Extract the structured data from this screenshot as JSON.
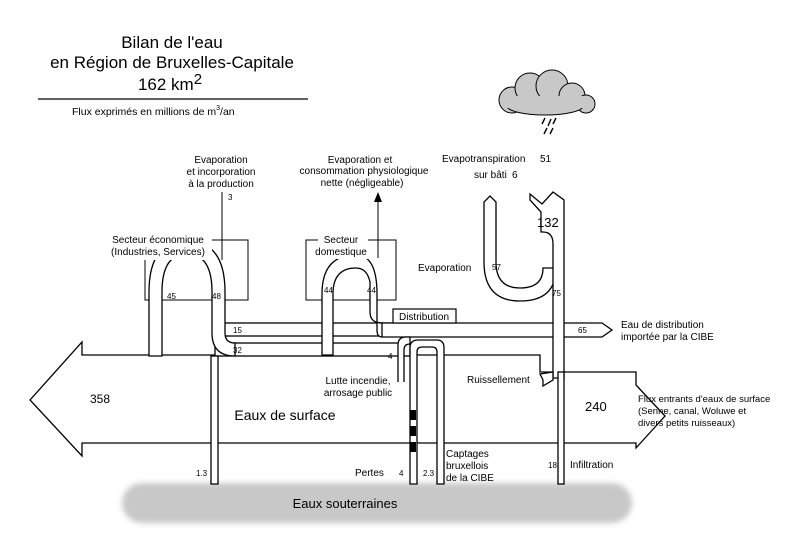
{
  "title": {
    "line1": "Bilan de l'eau",
    "line2": "en Région de Bruxelles-Capitale",
    "area": "162 km",
    "area_exp": "2",
    "subtitle_pre": "Flux exprimés en millions de m",
    "subtitle_exp": "3",
    "subtitle_post": "/an"
  },
  "labels": {
    "evap_prod": [
      "Evaporation",
      "et incorporation",
      "à la production"
    ],
    "evap_dom": [
      "Evaporation et",
      "consommation physiologique",
      "nette (négligeable)"
    ],
    "evapotranspiration": "Evapotranspiration",
    "evapotranspiration_val": "51",
    "sur_bati": "sur bâti",
    "sur_bati_val": "6",
    "secteur_eco": [
      "Secteur économique",
      "(Industries, Services)"
    ],
    "secteur_dom": [
      "Secteur",
      "domestique"
    ],
    "evaporation": "Evaporation",
    "distribution": "Distribution",
    "eau_distrib": [
      "Eau de distribution",
      "importée par la CIBE"
    ],
    "lutte": [
      "Lutte incendie,",
      "arrosage public"
    ],
    "ruissellement": "Ruissellement",
    "eaux_surface": "Eaux de surface",
    "flux_entrants": [
      "Flux entrants d'eaux de surface",
      "(Senne, canal, Woluwe et",
      "divers petits ruisseaux)"
    ],
    "pertes": "Pertes",
    "captages": [
      "Captages",
      "bruxellois",
      "de la CIBE"
    ],
    "infiltration": "Infiltration",
    "eaux_souterraines": "Eaux souterraines"
  },
  "values": {
    "v3": "3",
    "v45": "45",
    "v48": "48",
    "v44a": "44",
    "v44b": "44",
    "v57": "57",
    "v132": "132",
    "v75": "75",
    "v15": "15",
    "v32": "32",
    "v65": "65",
    "v4": "4",
    "v358": "358",
    "v240": "240",
    "v13": "1.3",
    "v_pertes": "4",
    "v23": "2.3",
    "v18": "18"
  }
}
